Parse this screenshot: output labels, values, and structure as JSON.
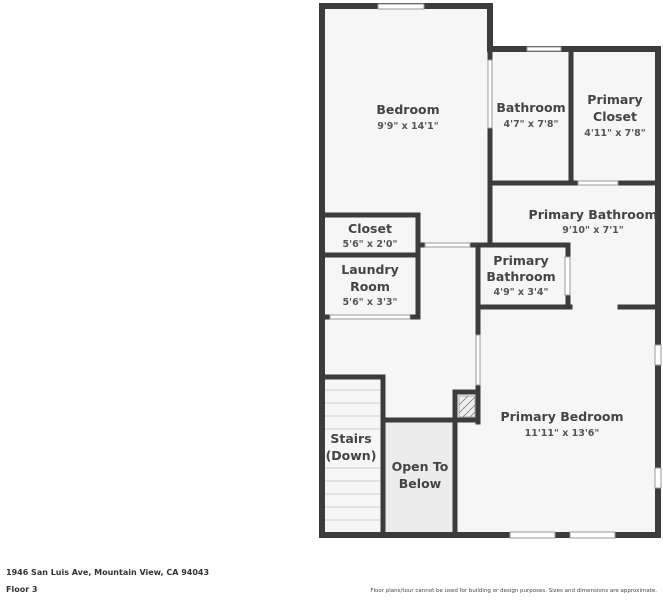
{
  "floorplan": {
    "rooms": {
      "bedroom": {
        "name": "Bedroom",
        "dims": "9'9\" x 14'1\""
      },
      "bathroom": {
        "name": "Bathroom",
        "dims": "4'7\" x 7'8\""
      },
      "primary_closet": {
        "name_line1": "Primary",
        "name_line2": "Closet",
        "dims": "4'11\" x 7'8\""
      },
      "primary_bathroom_large": {
        "name": "Primary Bathroom",
        "dims": "9'10\" x 7'1\""
      },
      "closet": {
        "name": "Closet",
        "dims": "5'6\" x 2'0\""
      },
      "laundry": {
        "name_line1": "Laundry",
        "name_line2": "Room",
        "dims": "5'6\" x 3'3\""
      },
      "primary_bathroom_small": {
        "name_line1": "Primary",
        "name_line2": "Bathroom",
        "dims": "4'9\" x 3'4\""
      },
      "primary_bedroom": {
        "name": "Primary Bedroom",
        "dims": "11'11\" x 13'6\""
      },
      "stairs": {
        "name_line1": "Stairs",
        "name_line2": "(Down)"
      },
      "open_to_below": {
        "name_line1": "Open To",
        "name_line2": "Below"
      }
    }
  },
  "footer": {
    "address": "1946 San Luis Ave, Mountain View, CA 94043",
    "floor": "Floor 3",
    "disclaimer": "Floor plans/tour cannot be used for building or design purposes. Sizes and dimensions are approximate."
  }
}
